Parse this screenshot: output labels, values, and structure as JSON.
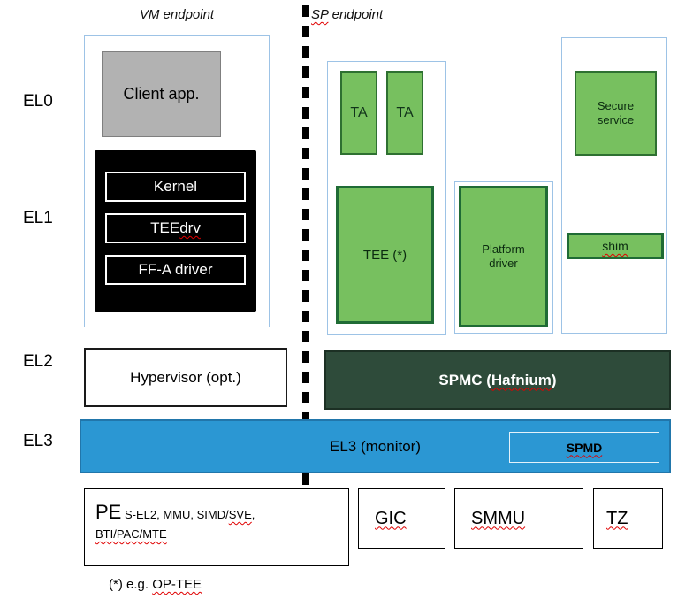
{
  "headers": {
    "vm_endpoint": "VM endpoint",
    "sp_endpoint_prefix": "SP",
    "sp_endpoint_suffix": " endpoint"
  },
  "el_labels": {
    "el0": "EL0",
    "el1": "EL1",
    "el2": "EL2",
    "el3": "EL3"
  },
  "vm": {
    "client_app": "Client app.",
    "kernel": "Kernel",
    "tee_drv_prefix": "TEE ",
    "tee_drv_word": "drv",
    "ffa_driver": "FF-A driver"
  },
  "sp": {
    "ta1": "TA",
    "ta2": "TA",
    "tee": "TEE (*)",
    "platform_driver": "Platform driver",
    "secure_service": "Secure service",
    "shim": "shim"
  },
  "el2_row": {
    "hypervisor": "Hypervisor (opt.)",
    "spmc_prefix": "SPMC (",
    "spmc_word": "Hafnium",
    "spmc_suffix": ")"
  },
  "el3_row": {
    "monitor": "EL3 (monitor)",
    "spmd": "SPMD"
  },
  "hardware": {
    "pe_title": "PE",
    "pe_sub_a": "S-EL2, MMU, SIMD/",
    "pe_sub_sve": "SVE",
    "pe_sub_comma": ",",
    "pe_sub_b": "BTI/PAC/MTE",
    "gic": "GIC",
    "smmu": "SMMU",
    "tz": "TZ"
  },
  "footnote": {
    "prefix": "(*) e.g. ",
    "word": "OP-TEE"
  },
  "colors": {
    "green_fill": "#77c05f",
    "green_border_dark": "#1f6b35",
    "spmc_fill": "#2e4b3a",
    "el3_blue": "#2b97d3",
    "client_gray": "#b2b2b2",
    "endpoint_border": "#9dc3e6",
    "spellcheck_red": "#e00000"
  }
}
